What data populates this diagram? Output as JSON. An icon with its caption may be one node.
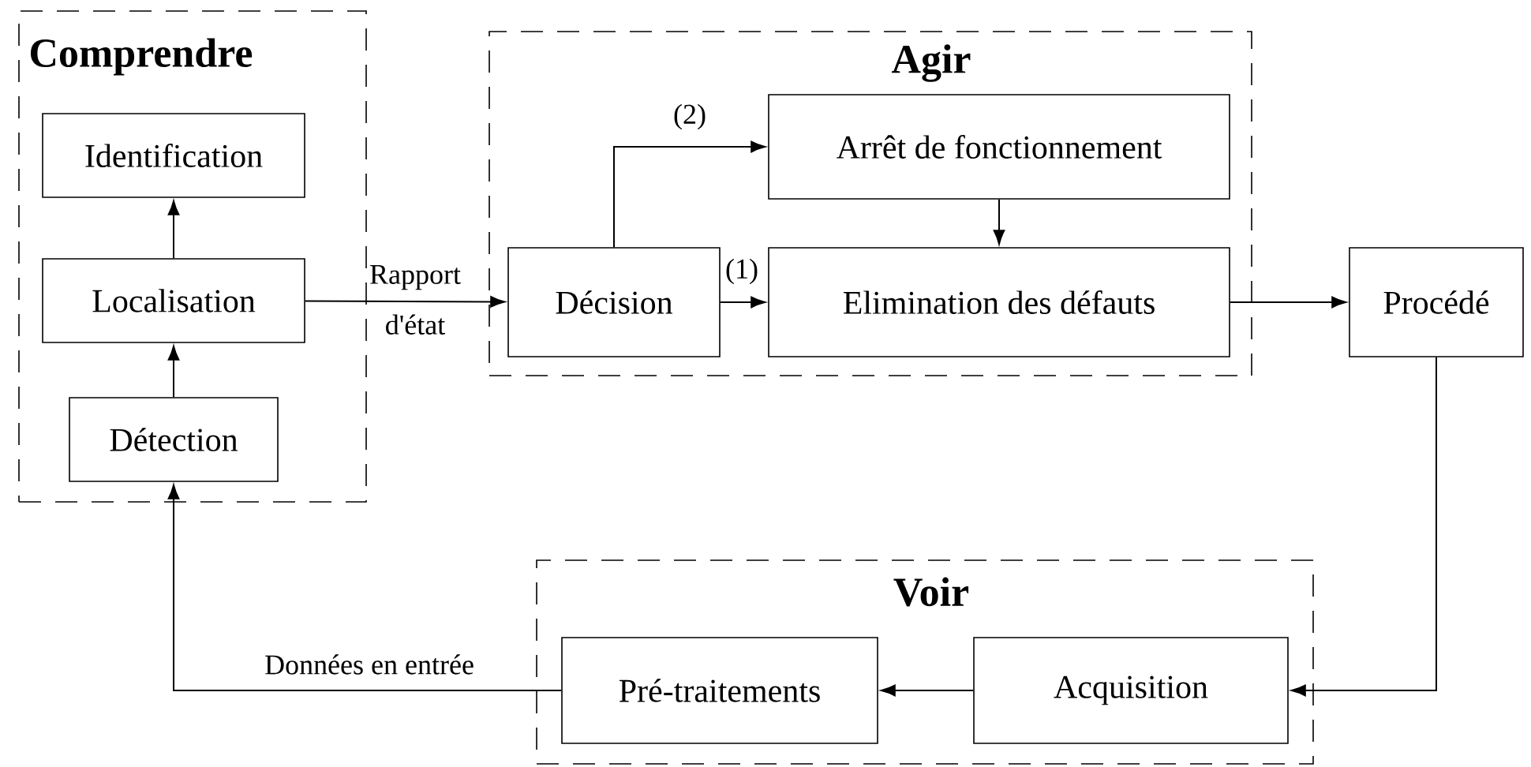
{
  "diagram": {
    "nodes": [
      {
        "text": [
          "Comprendre"
        ]
      },
      {
        "text": [
          "Identification"
        ],
        "in": 0
      },
      {
        "text": [
          "Localisation"
        ],
        "in": 0
      },
      {
        "text": [
          "Détection"
        ],
        "in": 0
      },
      {
        "text": [
          "Agir"
        ]
      },
      {
        "text": [
          "Arrêt de fonctionnement"
        ],
        "in": 4
      },
      {
        "text": [
          "Décision"
        ],
        "in": 4
      },
      {
        "text": [
          "Elimination des défauts"
        ],
        "in": 4
      },
      {
        "text": [
          "Procédé"
        ]
      },
      {
        "text": [
          "Voir"
        ]
      },
      {
        "text": [
          "Pré-traitements"
        ],
        "in": 9
      },
      {
        "text": [
          "Acquisition"
        ],
        "in": 9
      }
    ],
    "edges": [
      {
        "from": 2,
        "to": 1,
        "arrow": "to"
      },
      {
        "from": 3,
        "to": 2,
        "arrow": "to"
      },
      {
        "from": 2,
        "to": 6,
        "arrow": "to",
        "label": "Rapport d'état"
      },
      {
        "from": 6,
        "to": 5,
        "arrow": "to",
        "label": "(2)"
      },
      {
        "from": 6,
        "to": 7,
        "arrow": "to",
        "label": "(1)"
      },
      {
        "from": 5,
        "to": 7,
        "arrow": "to"
      },
      {
        "from": 7,
        "to": 8,
        "arrow": "to"
      },
      {
        "from": 8,
        "to": 11,
        "arrow": "to"
      },
      {
        "from": 11,
        "to": 10,
        "arrow": "to"
      },
      {
        "from": 10,
        "to": 3,
        "arrow": "to",
        "label": "Données en entrée"
      }
    ]
  }
}
